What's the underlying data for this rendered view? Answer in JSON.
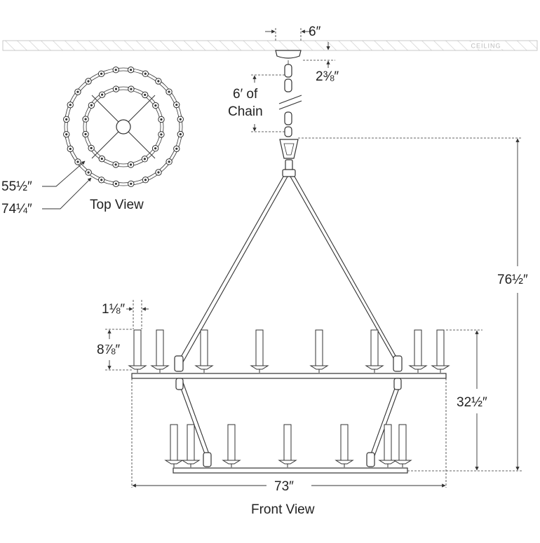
{
  "ceiling_label": "CEILING",
  "dims": {
    "canopy_width": "6″",
    "canopy_height": "2⅜″",
    "chain_line1": "6′ of",
    "chain_line2": "Chain",
    "overall_height": "76½″",
    "inner_diameter": "55½″",
    "outer_diameter": "74¼″",
    "candle_width": "1⅛″",
    "candle_height": "8⅞″",
    "tier_height": "32½″",
    "overall_width": "73″"
  },
  "views": {
    "top": "Top View",
    "front": "Front View"
  }
}
